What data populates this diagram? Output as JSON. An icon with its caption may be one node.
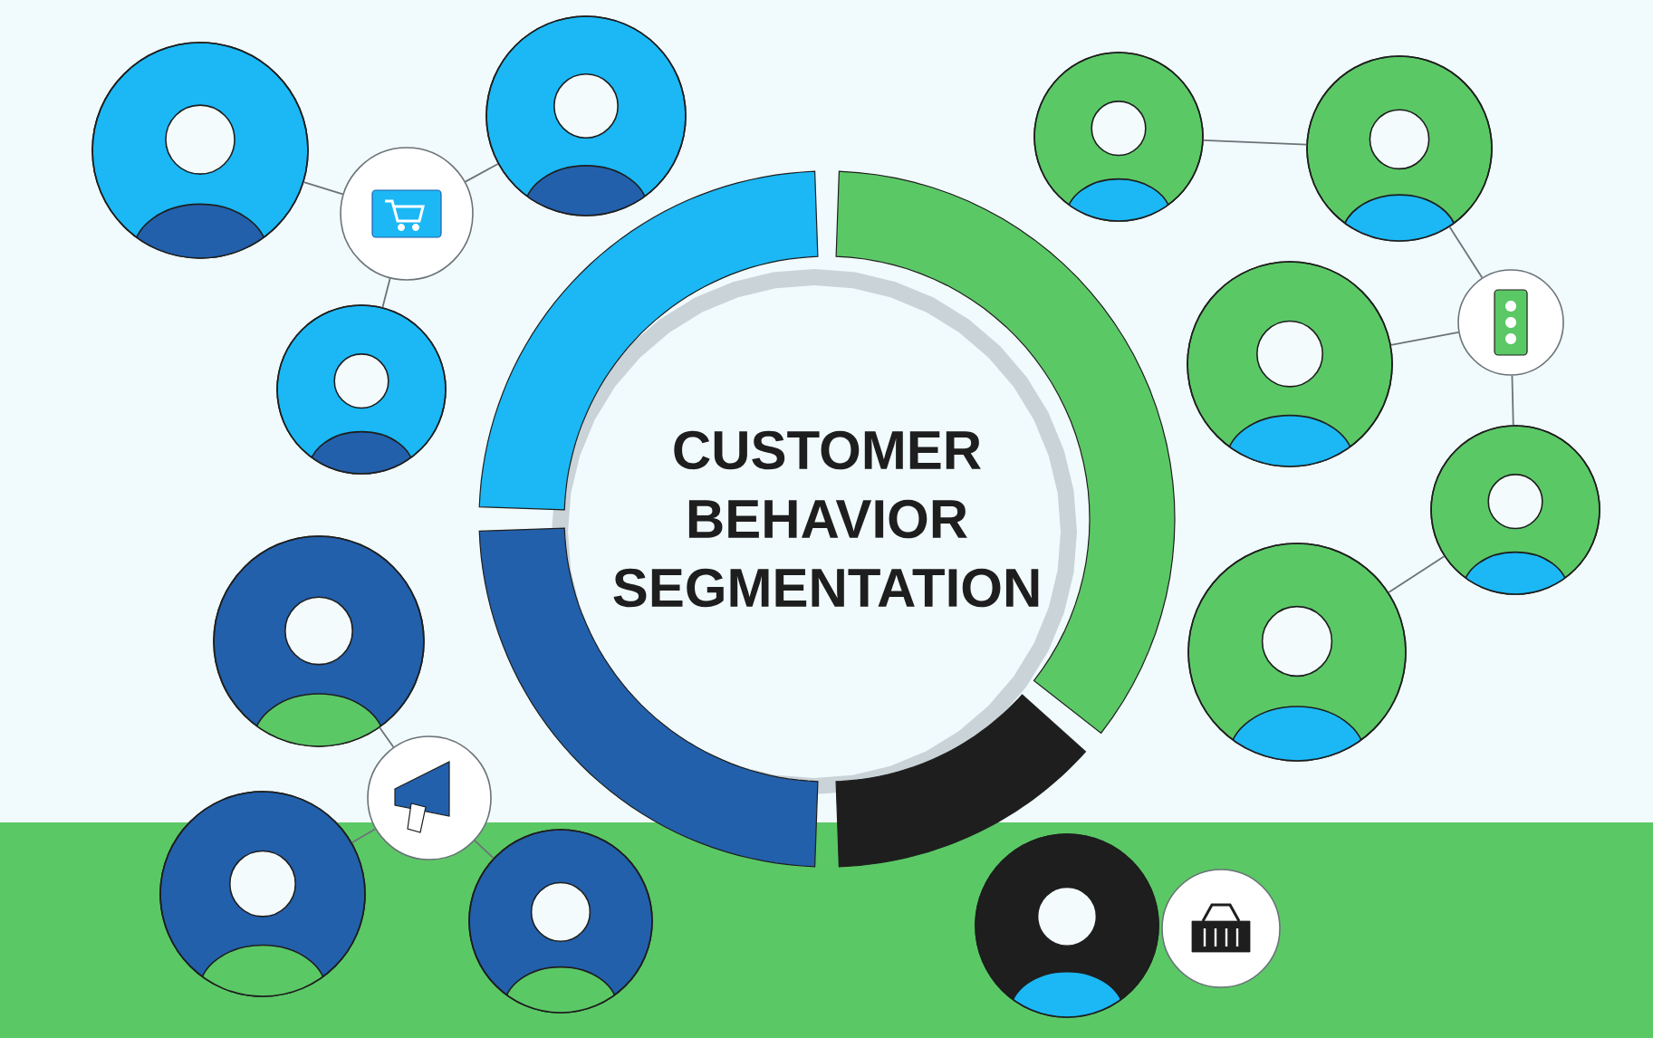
{
  "diagram": {
    "title": "CUSTOMER BEHAVIOR SEGMENTATION",
    "nodes": [
      {
        "text": [],
        "shape": "person"
      },
      {
        "text": [],
        "shape": "person"
      },
      {
        "text": [],
        "shape": "circle"
      },
      {
        "text": [],
        "shape": "person"
      },
      {
        "text": [],
        "shape": "person"
      },
      {
        "text": [],
        "shape": "person"
      },
      {
        "text": [],
        "shape": "person"
      },
      {
        "text": [],
        "shape": "circle"
      },
      {
        "text": [],
        "shape": "person"
      },
      {
        "text": [],
        "shape": "person"
      },
      {
        "text": [],
        "shape": "person"
      },
      {
        "text": [],
        "shape": "circle"
      },
      {
        "text": [],
        "shape": "person"
      },
      {
        "text": [],
        "shape": "person"
      },
      {
        "text": [],
        "shape": "person"
      },
      {
        "text": [],
        "shape": "circle"
      }
    ],
    "edges": [
      {
        "from": 0,
        "to": 2,
        "arrow": "none"
      },
      {
        "from": 1,
        "to": 2,
        "arrow": "none"
      },
      {
        "from": 2,
        "to": 3,
        "arrow": "none"
      },
      {
        "from": 4,
        "to": 5,
        "arrow": "none"
      },
      {
        "from": 5,
        "to": 7,
        "arrow": "none"
      },
      {
        "from": 6,
        "to": 7,
        "arrow": "none"
      },
      {
        "from": 7,
        "to": 8,
        "arrow": "none"
      },
      {
        "from": 8,
        "to": 9,
        "arrow": "none"
      },
      {
        "from": 10,
        "to": 11,
        "arrow": "none"
      },
      {
        "from": 11,
        "to": 12,
        "arrow": "none"
      },
      {
        "from": 11,
        "to": 13,
        "arrow": "none"
      }
    ]
  }
}
